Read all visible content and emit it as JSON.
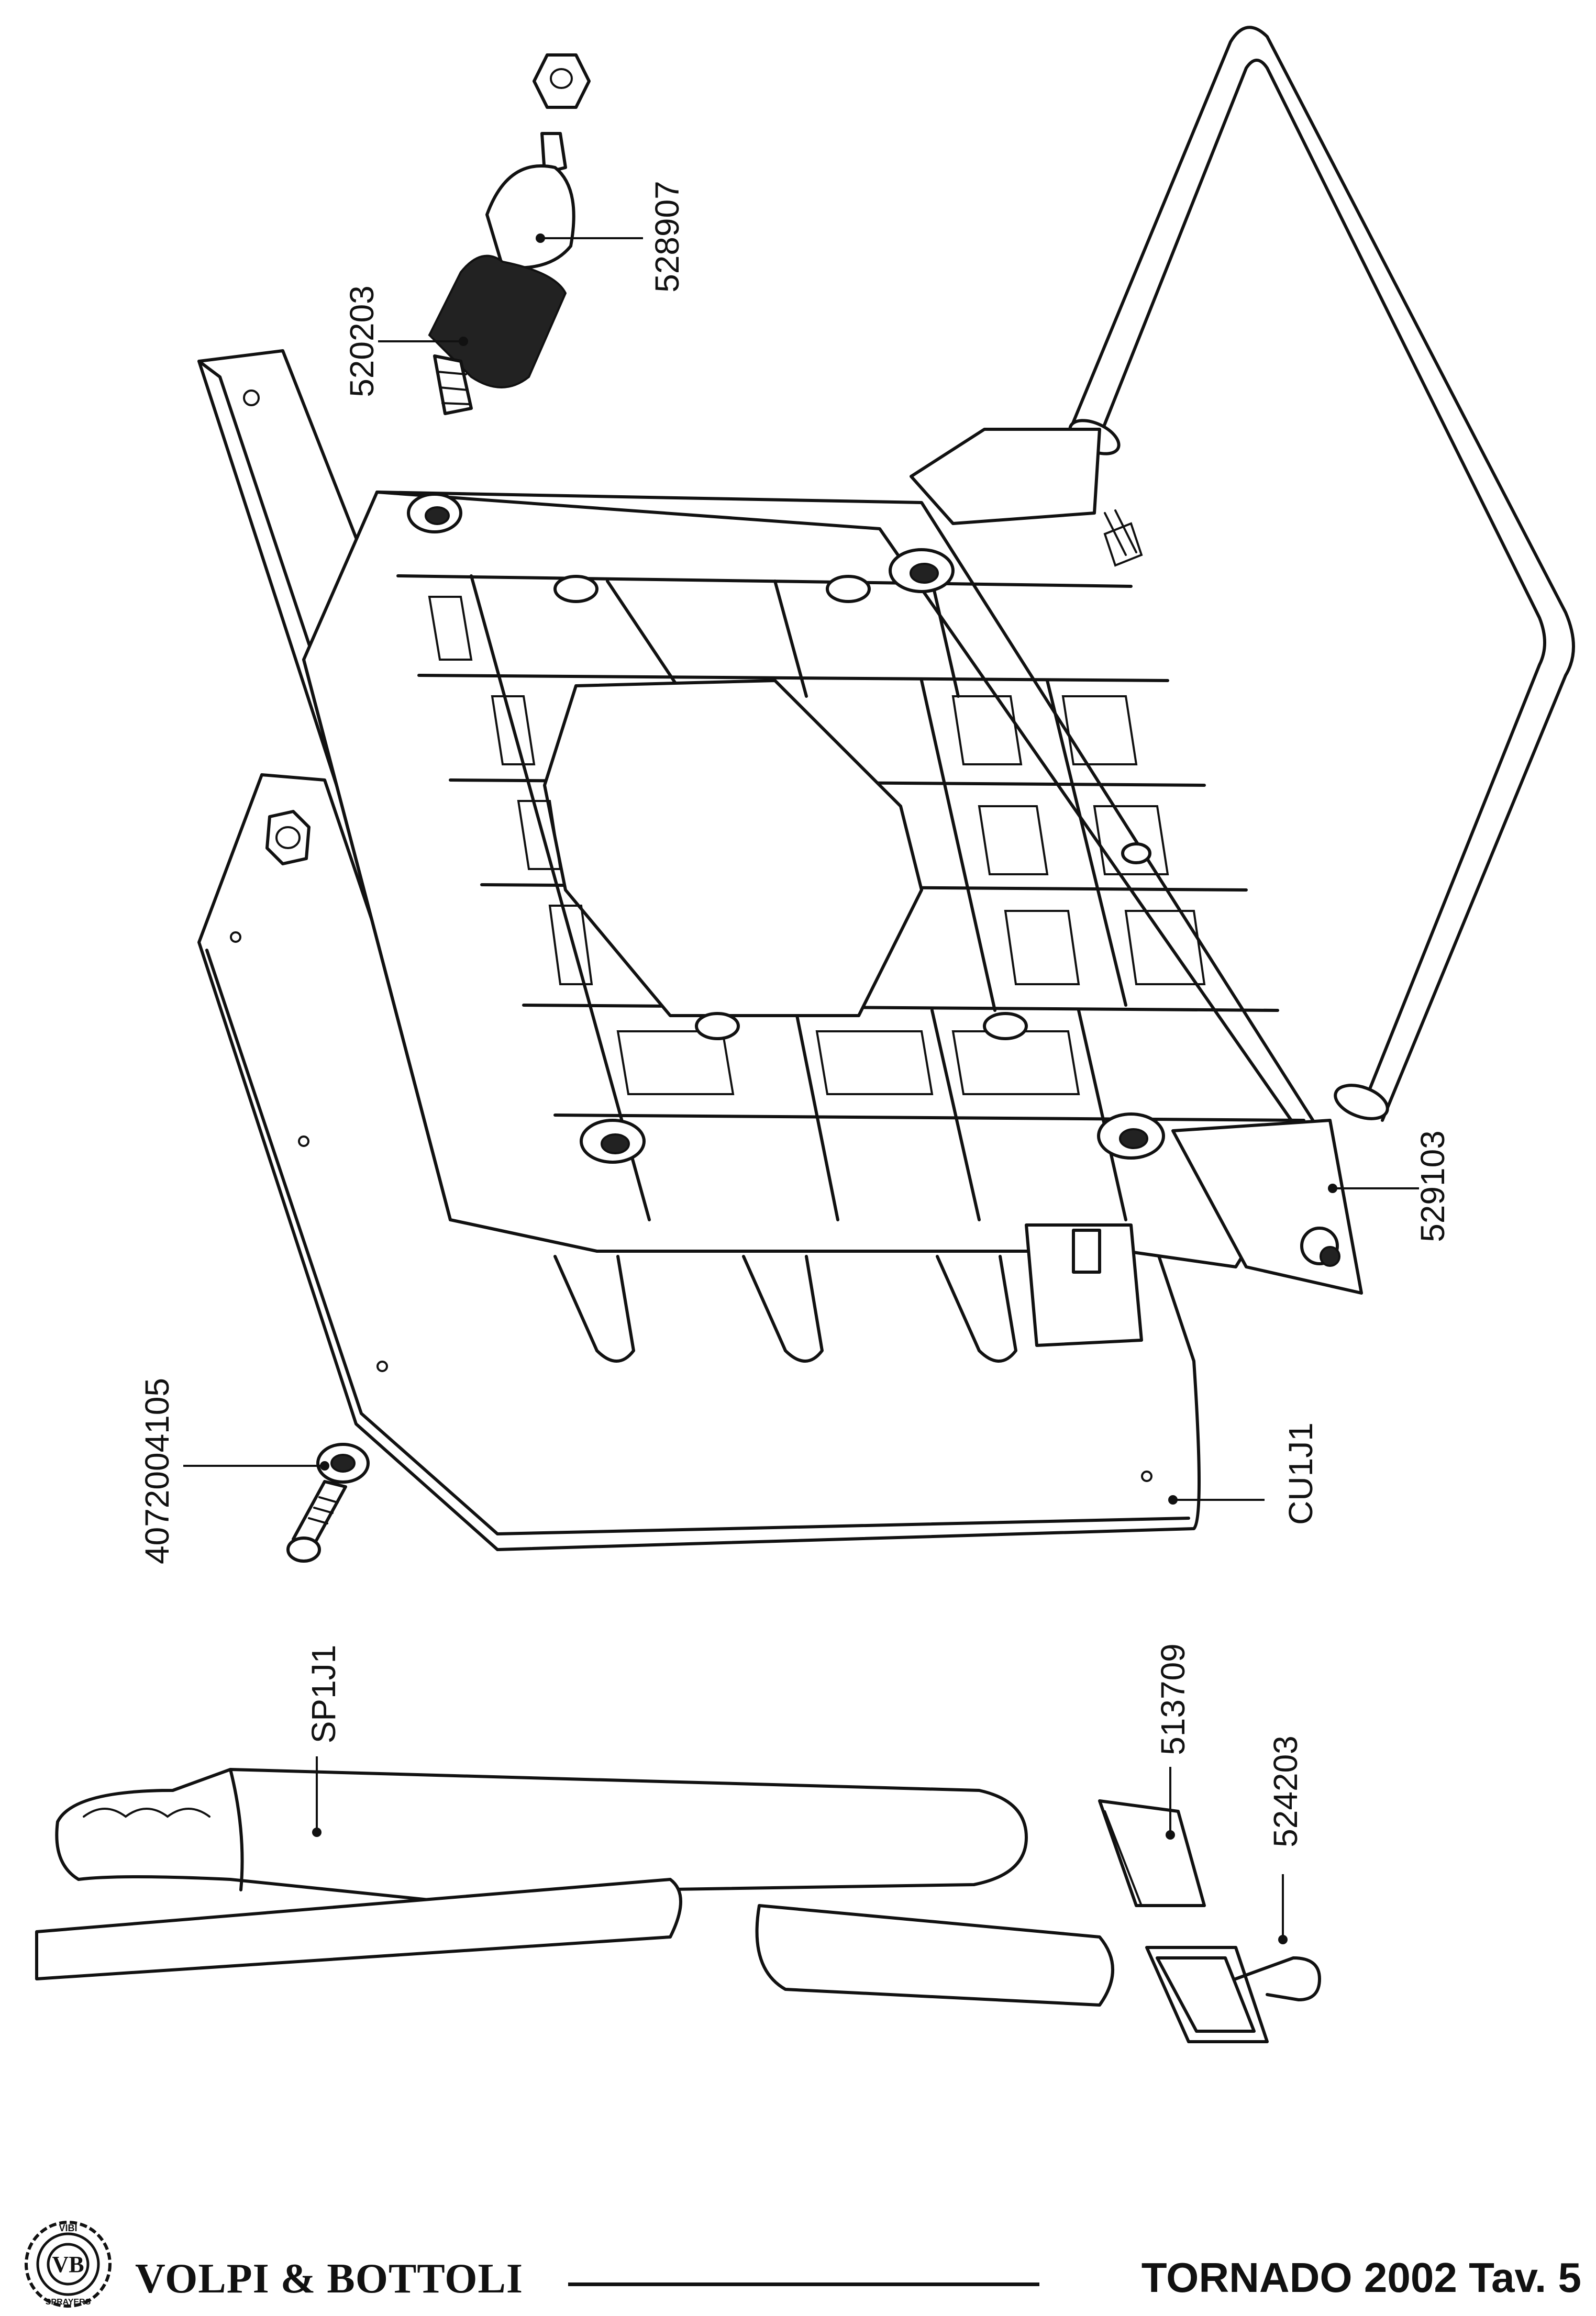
{
  "parts": {
    "p528907": "528907",
    "p520203": "520203",
    "p529103": "529103",
    "p4072004105": "4072004105",
    "pCU1J1": "CU1J1",
    "pSP1J1": "SP1J1",
    "p513709": "513709",
    "p524203": "524203"
  },
  "footer": {
    "logo_top": "VIBI",
    "logo_bottom": "SPRAYERS",
    "logo_mark": "VB",
    "brand": "VOLPI & BOTTOLI",
    "model": "TORNADO 2002 Tav. 5"
  }
}
